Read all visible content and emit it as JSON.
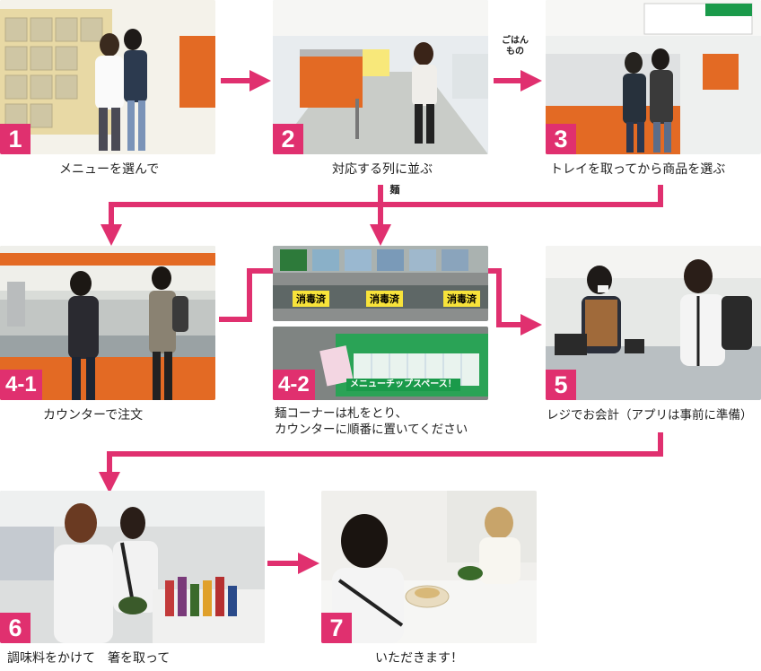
{
  "colors": {
    "accent": "#e0306f",
    "counter_orange": "#e36a24",
    "sign_green": "#1a9a4a"
  },
  "steps": [
    {
      "badge": "1",
      "caption": "メニューを選んで"
    },
    {
      "badge": "2",
      "caption": "対応する列に並ぶ"
    },
    {
      "badge": "3",
      "caption": "トレイを取ってから商品を選ぶ"
    },
    {
      "badge": "4-1",
      "caption": "カウンターで注文"
    },
    {
      "badge": "4-2",
      "caption_line1": "麺コーナーは札をとり、",
      "caption_line2": "カウンターに順番に置いてください"
    },
    {
      "badge": "5",
      "caption": "レジでお会計（アプリは事前に準備）"
    },
    {
      "badge": "6",
      "caption": "調味料をかけて　箸を取って"
    },
    {
      "badge": "7",
      "caption": "いただきます！"
    }
  ],
  "branch_labels": {
    "rice": "ごはん\nもの",
    "noodle": "麺"
  },
  "photo_text": {
    "sign_shoudoku": "消毒済",
    "menu_chip_space": "メニューチップスペース！"
  }
}
